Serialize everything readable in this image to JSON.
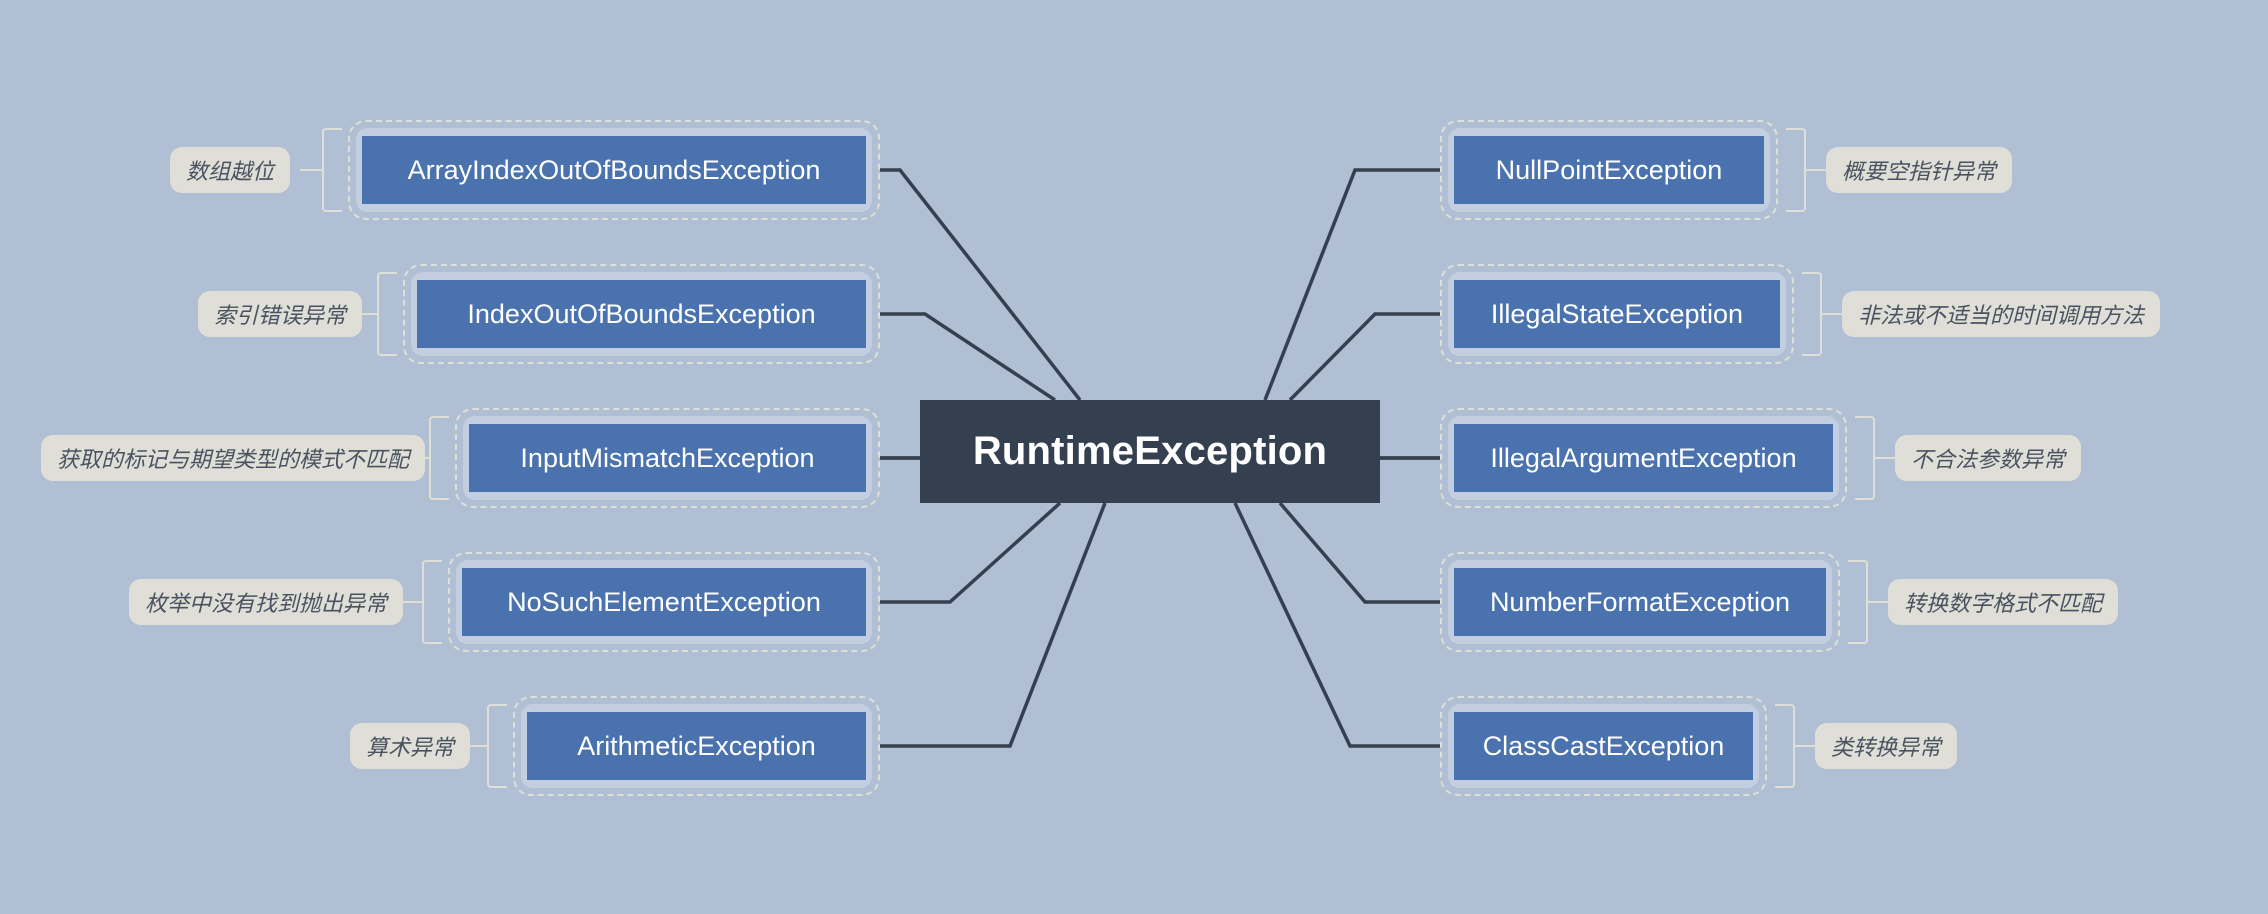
{
  "diagram": {
    "title": "RuntimeException",
    "background_color": "#b0bfd4",
    "root": {
      "label": "RuntimeException",
      "fill": "#343f4f",
      "text_color": "#ffffff"
    },
    "node_fill": "#4a72ae",
    "panel_fill": "#c3cfe0",
    "chip_fill": "#dfdfd8",
    "connector_color": "#343f4f",
    "left_branches": [
      {
        "node": "ArrayIndexOutOfBoundsException",
        "note": "数组越位"
      },
      {
        "node": "IndexOutOfBoundsException",
        "note": "索引错误异常"
      },
      {
        "node": "InputMismatchException",
        "note": "获取的标记与期望类型的模式不匹配"
      },
      {
        "node": "NoSuchElementException",
        "note": "枚举中没有找到抛出异常"
      },
      {
        "node": "ArithmeticException",
        "note": "算术异常"
      }
    ],
    "right_branches": [
      {
        "node": "NullPointException",
        "note": "概要空指针异常"
      },
      {
        "node": "IllegalStateException",
        "note": "非法或不适当的时间调用方法"
      },
      {
        "node": "IllegalArgumentException",
        "note": "不合法参数异常"
      },
      {
        "node": "NumberFormatException",
        "note": "转换数字格式不匹配"
      },
      {
        "node": "ClassCastException",
        "note": "类转换异常"
      }
    ]
  }
}
